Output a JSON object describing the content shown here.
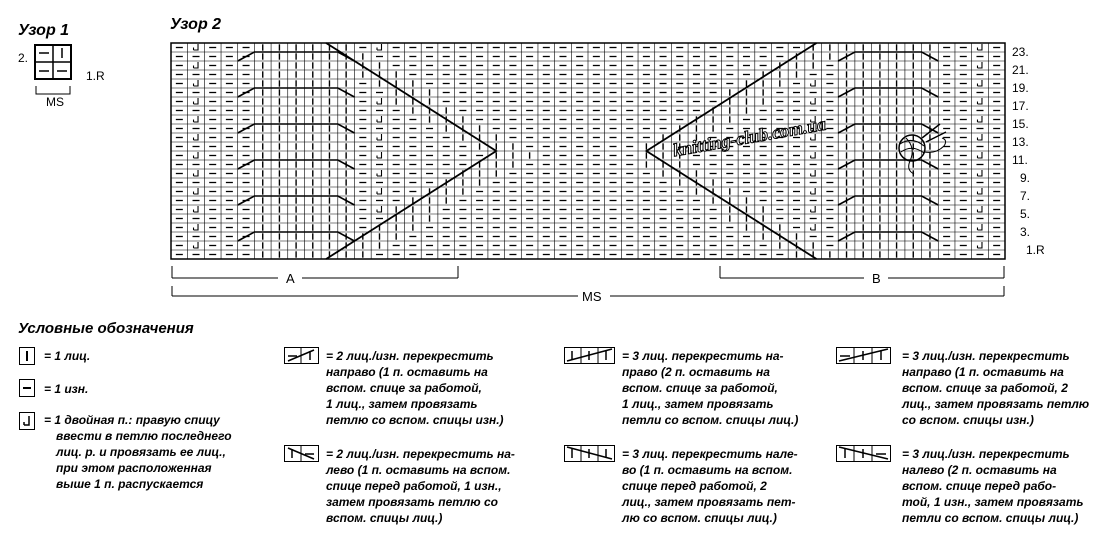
{
  "pattern1": {
    "title": "Узор 1",
    "row_label_2": "2.",
    "row_label_1": "1.R",
    "repeat_label": "MS"
  },
  "pattern2": {
    "title": "Узор 2",
    "row_numbers": [
      "23.",
      "21.",
      "19.",
      "17.",
      "15.",
      "13.",
      "11.",
      "9.",
      "7.",
      "5.",
      "3.",
      "1.R"
    ],
    "brackets": {
      "a": "A",
      "b": "B",
      "ms": "MS"
    },
    "watermark": "knitting-club.com.ua"
  },
  "legend": {
    "title": "Условные обозначения",
    "items": [
      {
        "symbol": "knit",
        "text": "= 1 лиц."
      },
      {
        "symbol": "purl",
        "text": "= 1 изн."
      },
      {
        "symbol": "double",
        "lines": [
          "= 1 двойная п.: правую спицу",
          "ввести в петлю последнего",
          "лиц. р. и провязать ее лиц.,",
          "при этом расположенная",
          "выше 1 п. распускается"
        ]
      },
      {
        "symbol": "c2r",
        "lines": [
          "= 2 лиц./изн. перекрестить",
          "направо (1 п. оставить на",
          "вспом. спице за работой,",
          "1 лиц., затем провязать",
          "петлю со вспом. спицы изн.)"
        ]
      },
      {
        "symbol": "c2l",
        "lines": [
          "= 2 лиц./изн. перекрестить на-",
          "лево (1 п. оставить на вспом.",
          "спице перед работой, 1 изн.,",
          "затем провязать петлю со",
          "вспом. спицы лиц.)"
        ]
      },
      {
        "symbol": "c3r",
        "lines": [
          "= 3 лиц. перекрестить на-",
          "право (2 п. оставить на",
          "вспом. спице за работой,",
          "1 лиц., затем провязать",
          "петли со вспом. спицы лиц.)"
        ]
      },
      {
        "symbol": "c3l",
        "lines": [
          "= 3 лиц. перекрестить нале-",
          "во (1 п. оставить на вспом.",
          "спице перед работой, 2",
          "лиц., затем провязать пет-",
          "лю со вспом. спицы лиц.)"
        ]
      },
      {
        "symbol": "c3pr",
        "lines": [
          "= 3 лиц./изн. перекрестить",
          "направо (1 п. оставить на",
          "вспом. спице за работой, 2",
          "лиц., затем провязать петлю",
          "со вспом. спицы изн.)"
        ]
      },
      {
        "symbol": "c3pl",
        "lines": [
          "= 3 лиц./изн. перекрестить",
          "налево (2 п. оставить на",
          "вспом. спице перед рабо-",
          "той, 1 изн., затем провязать",
          "петли со вспом. спицы лиц.)"
        ]
      }
    ]
  }
}
